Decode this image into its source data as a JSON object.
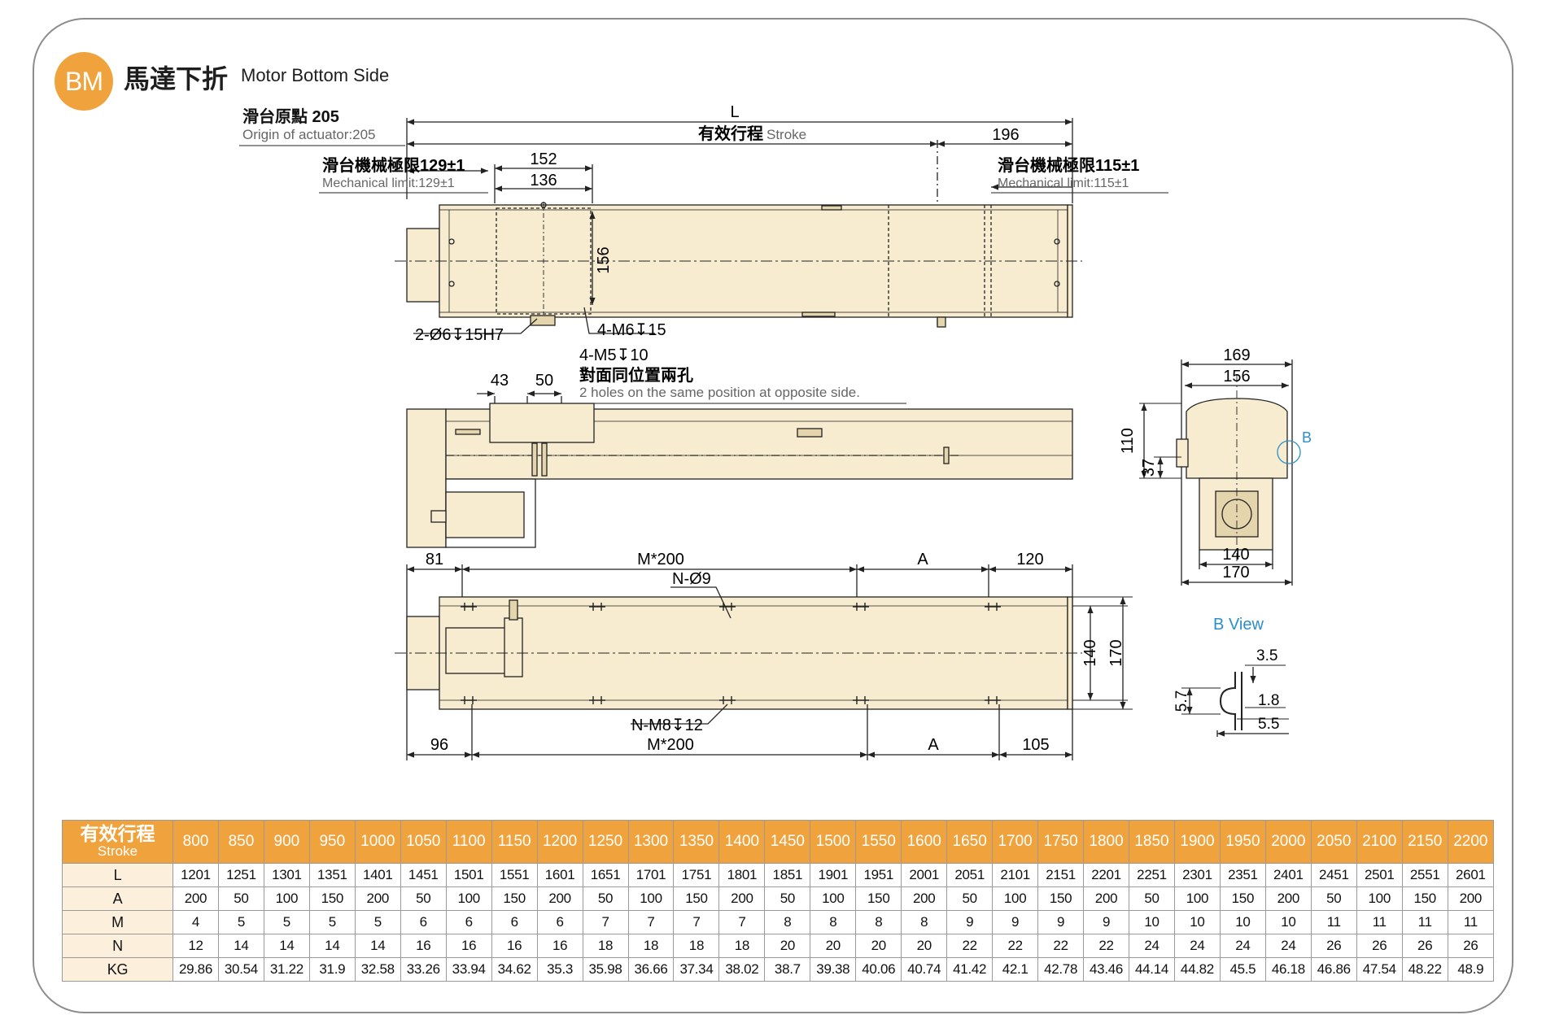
{
  "header": {
    "badge": "BM",
    "title_zh": "馬達下折",
    "title_en": "Motor Bottom Side"
  },
  "top_view": {
    "origin_zh": "滑台原點 205",
    "origin_en": "Origin of actuator:205",
    "dim_L": "L",
    "stroke_zh": "有效行程",
    "stroke_en": "Stroke",
    "dim_196": "196",
    "mech_left_zh": "滑台機械極限129±1",
    "mech_left_en": "Mechanical limit:129±1",
    "mech_right_zh": "滑台機械極限115±1",
    "mech_right_en": "Mechanical limit:115±1",
    "dim_152": "152",
    "dim_136": "136",
    "dim_156": "156",
    "hole_pin": "2-Ø6↧15H7",
    "hole_m6": "4-M6↧15"
  },
  "side_view": {
    "hole_m5": "4-M5↧10",
    "opposite_zh": "對面同位置兩孔",
    "opposite_en": "2 holes on the same position at opposite side.",
    "dim_43": "43",
    "dim_50": "50"
  },
  "bottom_view": {
    "dim_81": "81",
    "dim_m200_top": "M*200",
    "dim_A_top": "A",
    "dim_120": "120",
    "hole_n9": "N-Ø9",
    "dim_140": "140",
    "dim_170": "170",
    "hole_nm8": "N-M8↧12",
    "dim_96": "96",
    "dim_m200_bottom": "M*200",
    "dim_A_bottom": "A",
    "dim_105": "105"
  },
  "end_view": {
    "dim_169": "169",
    "dim_156": "156",
    "dim_110": "110",
    "dim_37": "37",
    "label_B": "B",
    "dim_140": "140",
    "dim_170": "170"
  },
  "b_view": {
    "title": "B View",
    "dim_3_5": "3.5",
    "dim_5_7": "5.7",
    "dim_1_8": "1.8",
    "dim_5_5": "5.5"
  },
  "table": {
    "corner_zh": "有效行程",
    "corner_en": "Stroke",
    "strokes": [
      "800",
      "850",
      "900",
      "950",
      "1000",
      "1050",
      "1100",
      "1150",
      "1200",
      "1250",
      "1300",
      "1350",
      "1400",
      "1450",
      "1500",
      "1550",
      "1600",
      "1650",
      "1700",
      "1750",
      "1800",
      "1850",
      "1900",
      "1950",
      "2000",
      "2050",
      "2100",
      "2150",
      "2200"
    ],
    "rows": [
      {
        "label": "L",
        "values": [
          "1201",
          "1251",
          "1301",
          "1351",
          "1401",
          "1451",
          "1501",
          "1551",
          "1601",
          "1651",
          "1701",
          "1751",
          "1801",
          "1851",
          "1901",
          "1951",
          "2001",
          "2051",
          "2101",
          "2151",
          "2201",
          "2251",
          "2301",
          "2351",
          "2401",
          "2451",
          "2501",
          "2551",
          "2601"
        ]
      },
      {
        "label": "A",
        "values": [
          "200",
          "50",
          "100",
          "150",
          "200",
          "50",
          "100",
          "150",
          "200",
          "50",
          "100",
          "150",
          "200",
          "50",
          "100",
          "150",
          "200",
          "50",
          "100",
          "150",
          "200",
          "50",
          "100",
          "150",
          "200",
          "50",
          "100",
          "150",
          "200"
        ]
      },
      {
        "label": "M",
        "values": [
          "4",
          "5",
          "5",
          "5",
          "5",
          "6",
          "6",
          "6",
          "6",
          "7",
          "7",
          "7",
          "7",
          "8",
          "8",
          "8",
          "8",
          "9",
          "9",
          "9",
          "9",
          "10",
          "10",
          "10",
          "10",
          "11",
          "11",
          "11",
          "11"
        ]
      },
      {
        "label": "N",
        "values": [
          "12",
          "14",
          "14",
          "14",
          "14",
          "16",
          "16",
          "16",
          "16",
          "18",
          "18",
          "18",
          "18",
          "20",
          "20",
          "20",
          "20",
          "22",
          "22",
          "22",
          "22",
          "24",
          "24",
          "24",
          "24",
          "26",
          "26",
          "26",
          "26"
        ]
      },
      {
        "label": "KG",
        "values": [
          "29.86",
          "30.54",
          "31.22",
          "31.9",
          "32.58",
          "33.26",
          "33.94",
          "34.62",
          "35.3",
          "35.98",
          "36.66",
          "37.34",
          "38.02",
          "38.7",
          "39.38",
          "40.06",
          "40.74",
          "41.42",
          "42.1",
          "42.78",
          "43.46",
          "44.14",
          "44.82",
          "45.5",
          "46.18",
          "46.86",
          "47.54",
          "48.22",
          "48.9"
        ]
      }
    ]
  },
  "colors": {
    "accent": "#f0a33c",
    "body_fill": "#f7ecd0",
    "row_head": "#fcefdc",
    "blue": "#2a8fc8"
  }
}
